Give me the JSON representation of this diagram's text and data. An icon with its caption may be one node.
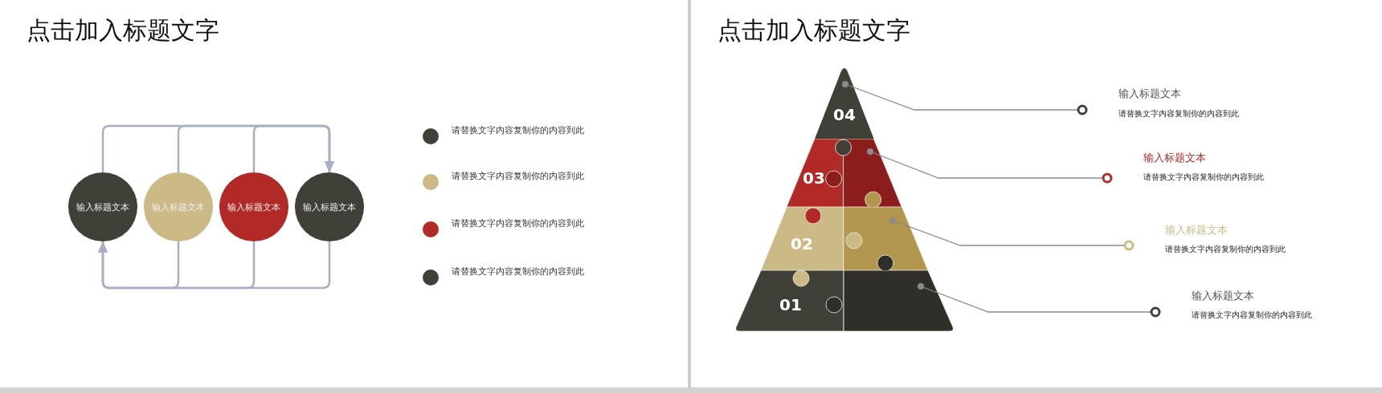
{
  "diagram": {
    "title": "点击加入标题文字",
    "nodes": [
      {
        "text": [
          "输入标题文本"
        ]
      },
      {
        "text": [
          "输入标题文本"
        ]
      },
      {
        "text": [
          "输入标题文本"
        ]
      },
      {
        "text": [
          "输入标题文本"
        ]
      },
      {
        "text": [
          "04"
        ]
      },
      {
        "text": [
          "03"
        ]
      },
      {
        "text": [
          "02"
        ]
      },
      {
        "text": [
          "01"
        ]
      },
      {
        "text": [
          "输入标题文本",
          "请替换文字内容复制你的内容到此"
        ]
      },
      {
        "text": [
          "输入标题文本",
          "请替换文字内容复制你的内容到此"
        ]
      },
      {
        "text": [
          "输入标题文本",
          "请替换文字内容复制你的内容到此"
        ]
      },
      {
        "text": [
          "输入标题文本",
          "请替换文字内容复制你的内容到此"
        ]
      }
    ],
    "edges": [
      {
        "from": 0,
        "to": 3,
        "arrow": "to"
      },
      {
        "from": 1,
        "to": 3,
        "arrow": "to"
      },
      {
        "from": 2,
        "to": 3,
        "arrow": "to"
      },
      {
        "from": 3,
        "to": 0,
        "arrow": "to"
      },
      {
        "from": 1,
        "to": 0,
        "arrow": "to"
      },
      {
        "from": 2,
        "to": 0,
        "arrow": "to"
      },
      {
        "from": 8,
        "to": 4,
        "arrow": "other"
      },
      {
        "from": 9,
        "to": 5,
        "arrow": "other"
      },
      {
        "from": 10,
        "to": 6,
        "arrow": "other"
      },
      {
        "from": 11,
        "to": 7,
        "arrow": "other"
      }
    ],
    "labels": [
      "点击加入标题文字"
    ],
    "legend": [
      {
        "text": "请替换文字内容复制你的内容到此",
        "color": "#403f38"
      },
      {
        "text": "请替换文字内容复制你的内容到此",
        "color": "#cbb986"
      },
      {
        "text": "请替换文字内容复制你的内容到此",
        "color": "#b22a27"
      },
      {
        "text": "请替换文字内容复制你的内容到此",
        "color": "#403f38"
      }
    ]
  }
}
